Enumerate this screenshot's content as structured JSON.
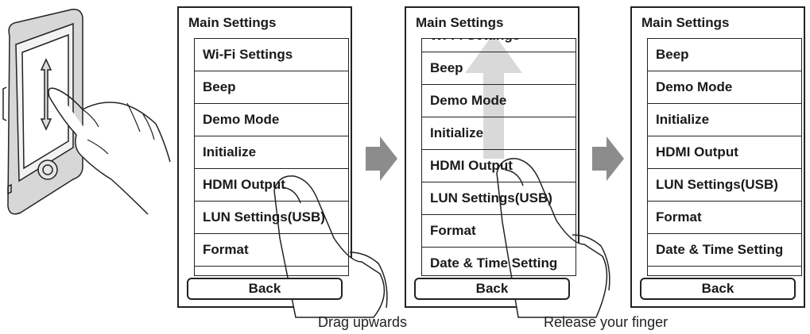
{
  "screens": [
    {
      "title": "Main Settings",
      "items": [
        "Wi-Fi Settings",
        "Beep",
        "Demo Mode",
        "Initialize",
        "HDMI Output",
        "LUN Settings(USB)",
        "Format"
      ],
      "back": "Back"
    },
    {
      "title": "Main Settings",
      "items": [
        "Wi-Fi Settings",
        "Beep",
        "Demo Mode",
        "Initialize",
        "HDMI Output",
        "LUN Settings(USB)",
        "Format",
        "Date & Time Setting"
      ],
      "back": "Back"
    },
    {
      "title": "Main Settings",
      "items": [
        "Beep",
        "Demo Mode",
        "Initialize",
        "HDMI Output",
        "LUN Settings(USB)",
        "Format",
        "Date & Time Setting"
      ],
      "back": "Back"
    }
  ],
  "captions": {
    "drag": "Drag upwards",
    "release": "Release your finger"
  },
  "colors": {
    "arrow": "#8c8c8c",
    "scroll_arrow": "#d9d9d9",
    "outline": "#222222"
  },
  "icons": [
    "camera-device-icon",
    "hand-swipe-icon",
    "scroll-up-arrow-icon",
    "next-step-arrow-icon"
  ]
}
